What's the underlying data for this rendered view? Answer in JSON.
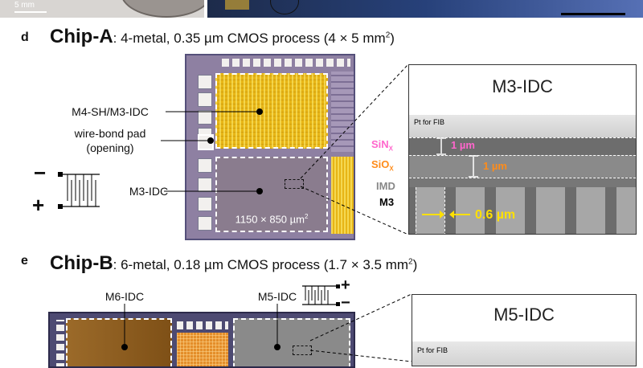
{
  "top_strip": {
    "scale_label": "5 mm"
  },
  "panel_d": {
    "letter": "d",
    "chip_name": "Chip-A",
    "chip_desc_prefix": ": 4-metal, 0.35 µm CMOS process (4 × 5 mm",
    "chip_desc_sup": "2",
    "chip_desc_suffix": ")",
    "labels": {
      "m4_sh": "M4-SH/M3-IDC",
      "wire_bond_1": "wire-bond pad",
      "wire_bond_2": "(opening)",
      "m3_idc": "M3-IDC",
      "area_prefix": "1150 × 850 µm",
      "area_sup": "2"
    },
    "schematic": {
      "minus": "−",
      "plus": "+"
    },
    "sem": {
      "title": "M3-IDC",
      "pt_label": "Pt for FIB",
      "sin_base": "SiN",
      "sin_sub": "X",
      "sio_base": "SiO",
      "sio_sub": "X",
      "imd": "IMD",
      "m3": "M3",
      "dim_1um_a": "1 µm",
      "dim_1um_b": "1 µm",
      "dim_06": "0.6 µm"
    }
  },
  "panel_e": {
    "letter": "e",
    "chip_name": "Chip-B",
    "chip_desc_prefix": ": 6-metal, 0.18 µm CMOS process (1.7 × 3.5 mm",
    "chip_desc_sup": "2",
    "chip_desc_suffix": ")",
    "labels": {
      "m6_idc": "M6-IDC",
      "m5_idc": "M5-IDC"
    },
    "schematic": {
      "minus": "−",
      "plus": "+"
    },
    "sem": {
      "title": "M5-IDC",
      "pt_label": "Pt for FIB"
    }
  },
  "colors": {
    "sin_label": "#ff66cc",
    "sio_label": "#ff8c1a",
    "dim_label": "#ffe000",
    "chip_frame": "#6f6a8a",
    "gold": "#e8b818"
  }
}
